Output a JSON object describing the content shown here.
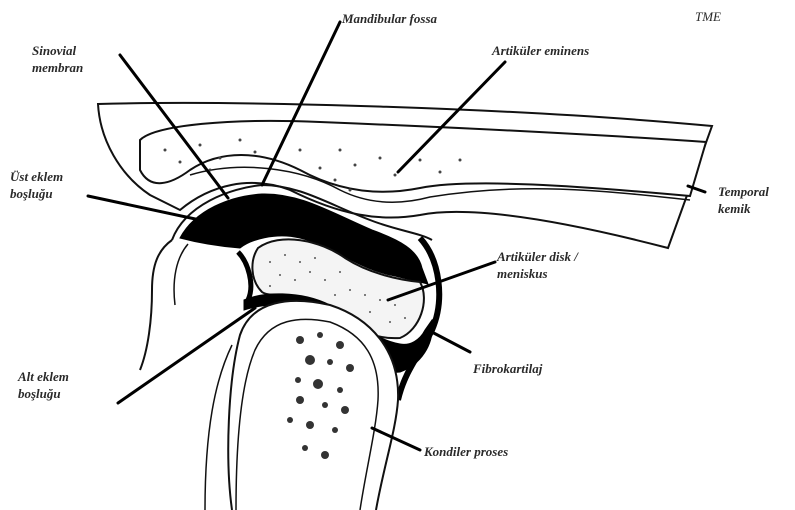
{
  "title": "TME",
  "labels": {
    "mandibular_fossa": "Mandibular fossa",
    "sinovial_membran": [
      "Sinovial",
      "membran"
    ],
    "artikuler_eminens": "Artiküler eminens",
    "ust_eklem_boslugu": [
      "Üst eklem",
      "boşluğu"
    ],
    "temporal_kemik": [
      "Temporal",
      "kemik"
    ],
    "artikuler_disk": [
      "Artiküler disk /",
      "meniskus"
    ],
    "fibrokartilaj": "Fibrokartilaj",
    "alt_eklem_boslugu": [
      "Alt eklem",
      "boşluğu"
    ],
    "kondiler_proses": "Kondiler proses"
  },
  "colors": {
    "ink": "#111111",
    "cavity": "#000000",
    "leader": "#000000",
    "leader_tip": "#c0784a",
    "stipple": "#444444"
  }
}
